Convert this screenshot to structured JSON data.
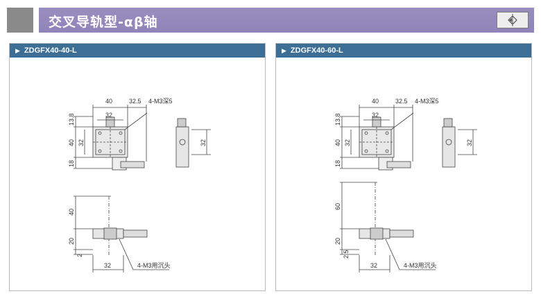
{
  "header": {
    "title": "交叉导轨型-αβ轴",
    "nav_icon": "diamond-arrow-icon"
  },
  "panels": [
    {
      "model": "ZDGFX40-40-L",
      "dims": {
        "top_w1": "40",
        "top_w2": "32.5",
        "top_inner": "32",
        "tapped": "4-M3深5",
        "h1": "13.8",
        "h2": "40",
        "h2_inner": "32",
        "h3": "18",
        "side_h": "32",
        "front_h1": "40",
        "front_h2": "20",
        "front_h3": "2",
        "front_w": "32",
        "countersunk": "4-M3用沉头"
      }
    },
    {
      "model": "ZDGFX40-60-L",
      "dims": {
        "top_w1": "40",
        "top_w2": "32.5",
        "top_inner": "32",
        "tapped": "4-M3深5",
        "h1": "13.8",
        "h2": "40",
        "h2_inner": "32",
        "h3": "18",
        "side_h": "32",
        "front_h1": "60",
        "front_h2": "20",
        "front_h3": "2.5",
        "front_w": "32",
        "countersunk": "4-M3用沉头"
      }
    }
  ]
}
